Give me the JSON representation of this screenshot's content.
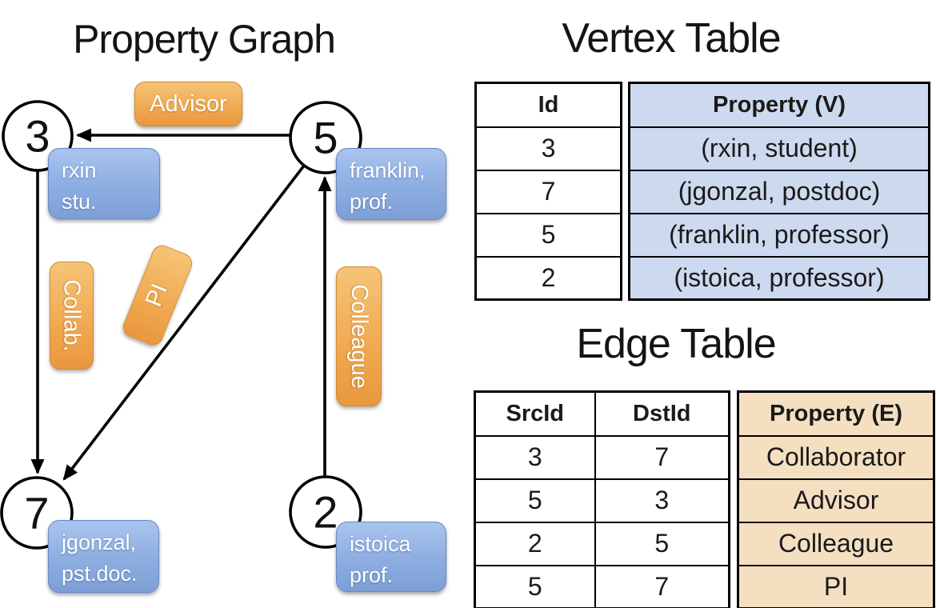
{
  "graph": {
    "title": "Property Graph",
    "vertices": [
      {
        "id": "3",
        "property_lines": [
          "rxin",
          "stu."
        ]
      },
      {
        "id": "5",
        "property_lines": [
          "franklin,",
          "prof."
        ]
      },
      {
        "id": "7",
        "property_lines": [
          "jgonzal,",
          "pst.doc."
        ]
      },
      {
        "id": "2",
        "property_lines": [
          "istoica",
          "prof."
        ]
      }
    ],
    "edges": [
      {
        "src": "5",
        "dst": "3",
        "label": "Advisor"
      },
      {
        "src": "3",
        "dst": "7",
        "label": "Collab."
      },
      {
        "src": "5",
        "dst": "7",
        "label": "PI"
      },
      {
        "src": "2",
        "dst": "5",
        "label": "Colleague"
      }
    ]
  },
  "vertex_table": {
    "title": "Vertex Table",
    "columns": {
      "id": "Id",
      "property": "Property (V)"
    },
    "rows": [
      {
        "id": "3",
        "property": "(rxin, student)"
      },
      {
        "id": "7",
        "property": "(jgonzal, postdoc)"
      },
      {
        "id": "5",
        "property": "(franklin, professor)"
      },
      {
        "id": "2",
        "property": "(istoica, professor)"
      }
    ]
  },
  "edge_table": {
    "title": "Edge Table",
    "columns": {
      "src": "SrcId",
      "dst": "DstId",
      "property": "Property (E)"
    },
    "rows": [
      {
        "src": "3",
        "dst": "7",
        "property": "Collaborator"
      },
      {
        "src": "5",
        "dst": "3",
        "property": "Advisor"
      },
      {
        "src": "2",
        "dst": "5",
        "property": "Colleague"
      },
      {
        "src": "5",
        "dst": "7",
        "property": "PI"
      }
    ]
  },
  "colors": {
    "vertex_property_cell": "#cdd9ef",
    "edge_property_cell": "#f4dfc1",
    "vertex_box_top": "#aac4ee",
    "vertex_box_bottom": "#7d9fd6",
    "edge_label_top": "#f6c477",
    "edge_label_bottom": "#e9973e",
    "line": "#000000",
    "text_on_boxes": "#ffffff"
  }
}
